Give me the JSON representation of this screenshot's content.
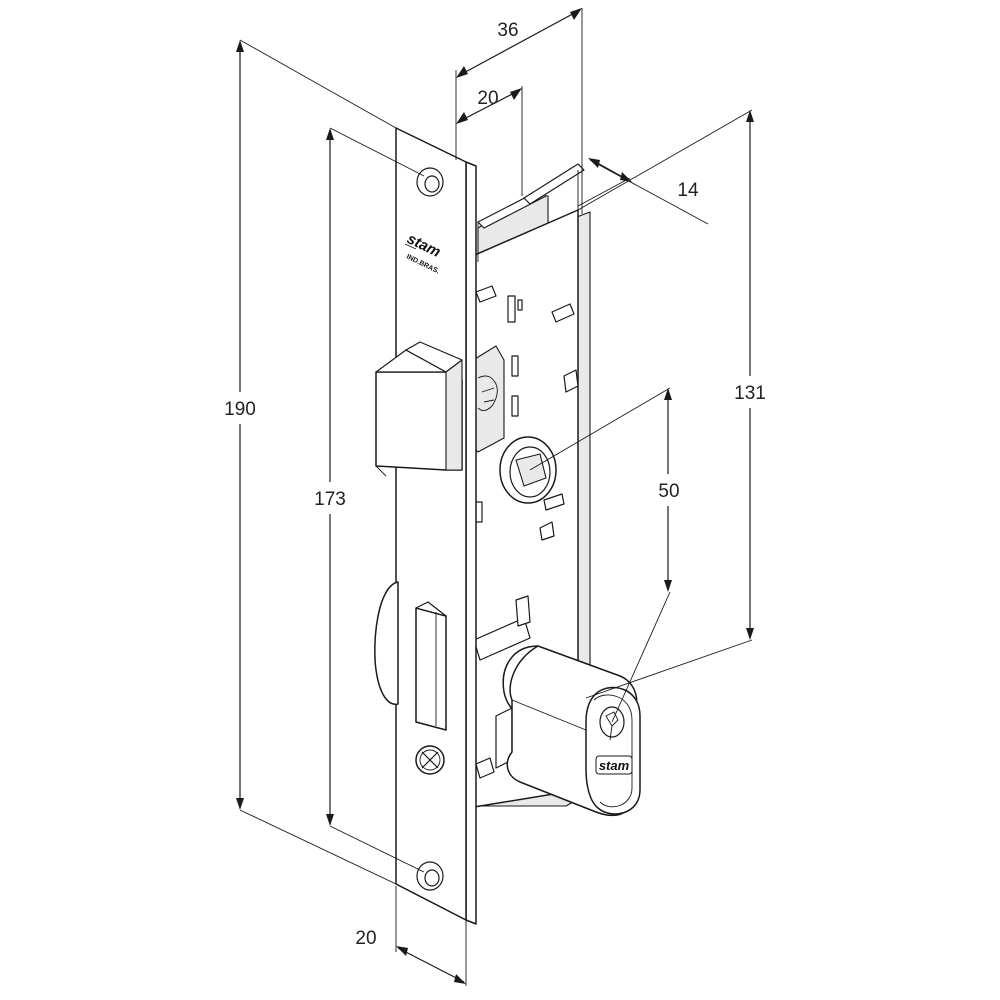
{
  "dimensions": {
    "overall_height": "190",
    "screw_spacing": "173",
    "lock_body_height": "131",
    "handle_to_cylinder": "50",
    "backset_outer": "36",
    "backset_inner": "20",
    "case_depth": "14",
    "faceplate_width": "20"
  },
  "faceplate": {
    "brand": "stam",
    "origin": "IND.BRAS."
  },
  "cylinder": {
    "brand": "stam"
  }
}
